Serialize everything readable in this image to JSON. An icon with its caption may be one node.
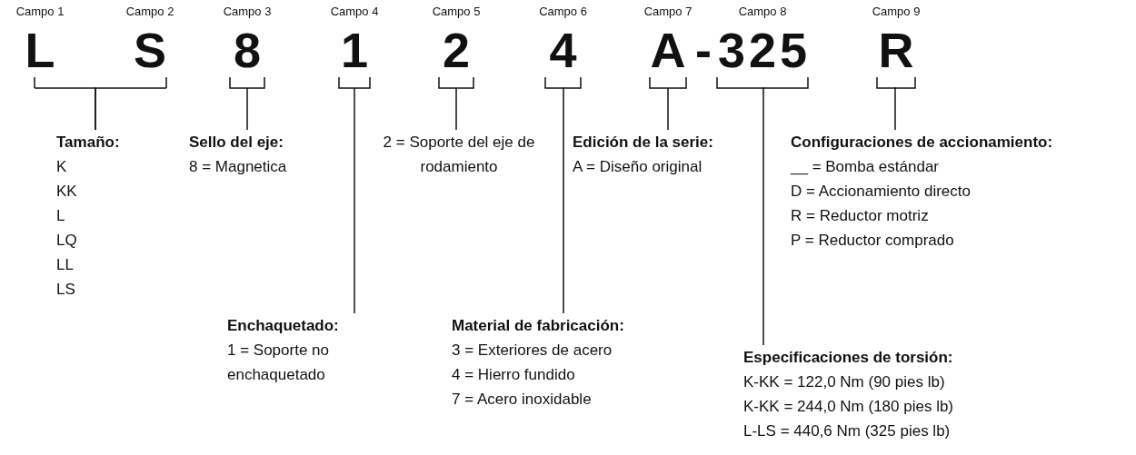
{
  "diagram": {
    "nodes": [
      {
        "text": [
          "L"
        ],
        "beside": [
          "Campo 1"
        ]
      },
      {
        "text": [
          "S"
        ],
        "beside": [
          "Campo 2"
        ]
      },
      {
        "text": [
          "8"
        ],
        "beside": [
          "Campo 3"
        ]
      },
      {
        "text": [
          "1"
        ],
        "beside": [
          "Campo 4"
        ]
      },
      {
        "text": [
          "2"
        ],
        "beside": [
          "Campo 5"
        ]
      },
      {
        "text": [
          "4"
        ],
        "beside": [
          "Campo 6"
        ]
      },
      {
        "text": [
          "A"
        ],
        "beside": [
          "Campo 7"
        ]
      },
      {
        "text": [
          "325"
        ],
        "beside": [
          "Campo 8"
        ]
      },
      {
        "text": [
          "R"
        ],
        "beside": [
          "Campo 9"
        ]
      },
      {
        "text": [
          "Tamaño:",
          "K",
          "KK",
          "L",
          "LQ",
          "LL",
          "LS"
        ]
      },
      {
        "text": [
          "Sello del eje:",
          "8 = Magnetica"
        ]
      },
      {
        "text": [
          "Enchaquetado:",
          "1 = Soporte no enchaquetado"
        ]
      },
      {
        "text": [
          "2 = Soporte del eje de rodamiento"
        ]
      },
      {
        "text": [
          "Material de fabricación:",
          "3 = Exteriores de acero",
          "4 = Hierro fundido",
          "7 = Acero inoxidable"
        ]
      },
      {
        "text": [
          "Edición de la serie:",
          "A = Diseño original"
        ]
      },
      {
        "text": [
          "Especificaciones de torsión:",
          "K-KK = 122,0 Nm (90 pies lb)",
          "K-KK = 244,0 Nm (180 pies lb)",
          "L-LS = 440,6 Nm (325 pies lb)"
        ]
      },
      {
        "text": [
          "Configuraciones de accionamiento:",
          "__ = Bomba estándar",
          "D = Accionamiento directo",
          "R = Reductor motriz",
          "P = Reductor comprado"
        ]
      }
    ],
    "edges": [
      {
        "from": 0,
        "to": 9,
        "arrow": "none"
      },
      {
        "from": 1,
        "to": 9,
        "arrow": "none"
      },
      {
        "from": 2,
        "to": 10,
        "arrow": "none"
      },
      {
        "from": 3,
        "to": 11,
        "arrow": "none"
      },
      {
        "from": 4,
        "to": 12,
        "arrow": "none"
      },
      {
        "from": 5,
        "to": 13,
        "arrow": "none"
      },
      {
        "from": 6,
        "to": 14,
        "arrow": "none"
      },
      {
        "from": 7,
        "to": 15,
        "arrow": "none"
      },
      {
        "from": 8,
        "to": 16,
        "arrow": "none"
      }
    ],
    "labels": [
      "-"
    ]
  }
}
